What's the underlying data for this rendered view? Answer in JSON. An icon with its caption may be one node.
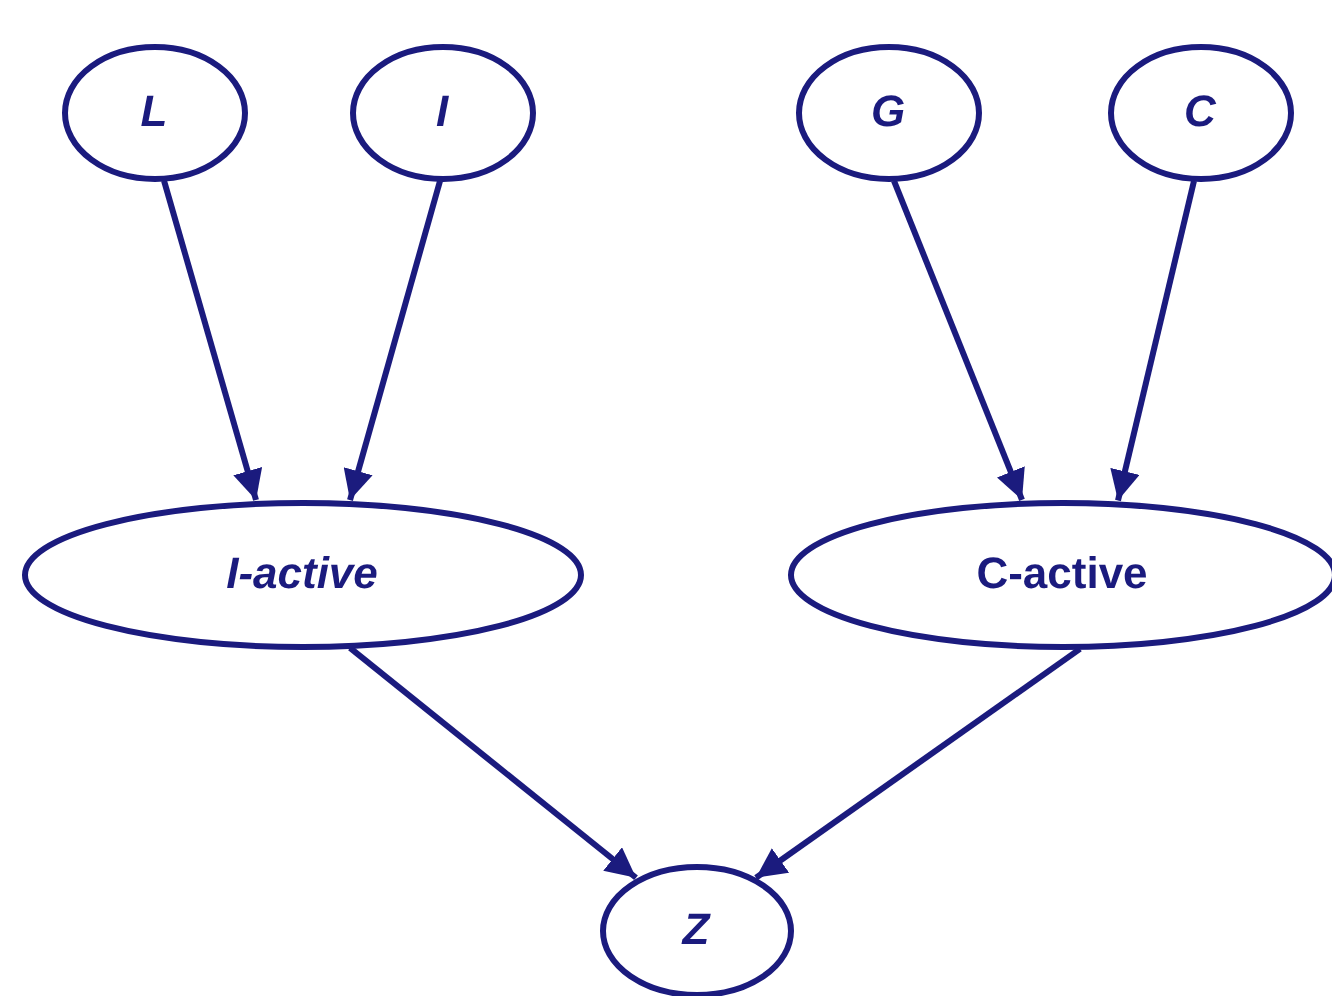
{
  "diagram": {
    "nodes": [
      {
        "text": [
          "L"
        ]
      },
      {
        "text": [
          "I"
        ]
      },
      {
        "text": [
          "G"
        ]
      },
      {
        "text": [
          "C"
        ]
      },
      {
        "text": [
          "I-active"
        ]
      },
      {
        "text": [
          "C-active"
        ]
      },
      {
        "text": [
          "Z"
        ]
      }
    ],
    "edges": [
      {
        "from": 0,
        "to": 4,
        "arrow": "to"
      },
      {
        "from": 1,
        "to": 4,
        "arrow": "to"
      },
      {
        "from": 2,
        "to": 5,
        "arrow": "to"
      },
      {
        "from": 3,
        "to": 5,
        "arrow": "to"
      },
      {
        "from": 4,
        "to": 6,
        "arrow": "to"
      },
      {
        "from": 5,
        "to": 6,
        "arrow": "to"
      }
    ]
  }
}
